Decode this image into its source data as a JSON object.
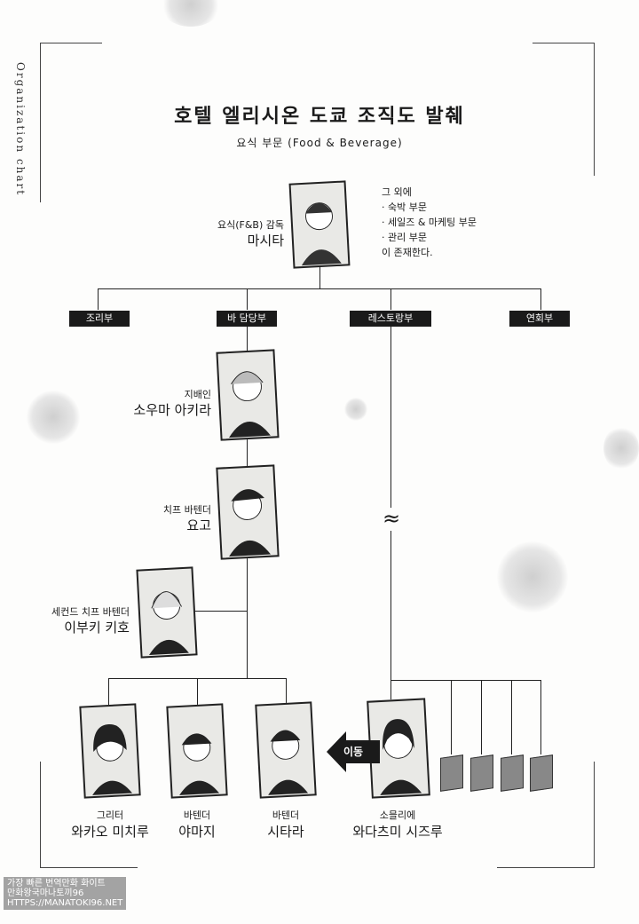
{
  "side_text": "Organization chart",
  "title": "호텔 엘리시온 도쿄 조직도 발췌",
  "subtitle": "요식 부문 (Food & Beverage)",
  "head": {
    "role": "요식(F&B) 감독",
    "name": "마시타"
  },
  "note": {
    "intro": "그 외에",
    "items": [
      "· 숙박 부문",
      "· 세일즈 & 마케팅 부문",
      "· 관리 부문"
    ],
    "outro": "이 존재한다."
  },
  "departments": [
    "조리부",
    "바 담당부",
    "레스토랑부",
    "연회부"
  ],
  "bar_staff": [
    {
      "role": "지배인",
      "name": "소우마 아키라"
    },
    {
      "role": "치프 바텐더",
      "name": "요고"
    },
    {
      "role": "세컨드 치프 바텐더",
      "name": "이부키 키호"
    }
  ],
  "bottom_staff": [
    {
      "role": "그리터",
      "name": "와카오 미치루"
    },
    {
      "role": "바텐더",
      "name": "야마지"
    },
    {
      "role": "바텐더",
      "name": "시타라"
    },
    {
      "role": "소믈리에",
      "name": "와다츠미 시즈루"
    }
  ],
  "move_label": "이동",
  "break_mark": "≈",
  "watermark": [
    "가장 빠른 번역만화 화이트",
    "만화왕국마나토끼96",
    "HTTPS://MANATOKI96.NET"
  ],
  "colors": {
    "ink": "#1a1a1a",
    "paper": "#fdfdfc",
    "placeholder": "#888888"
  }
}
